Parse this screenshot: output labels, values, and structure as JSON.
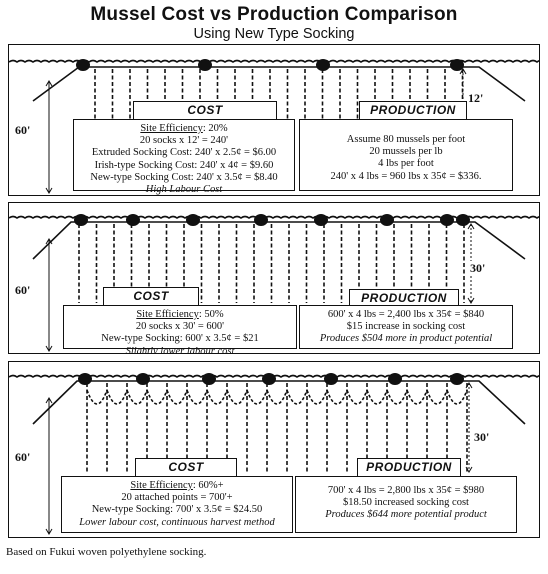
{
  "title": "Mussel Cost vs Production Comparison",
  "subtitle": "Using New Type Socking",
  "panels": [
    {
      "depth": "60'",
      "sock_length": "12'",
      "cost": {
        "label": "COST",
        "site_efficiency_label": "Site Efficiency",
        "site_efficiency_value": ": 20%",
        "lines": [
          "20 socks x 12' = 240'",
          "Extruded Socking Cost: 240' x 2.5¢ = $6.00",
          "Irish-type Socking Cost: 240' x 4¢ = $9.60",
          "New-type Socking Cost: 240' x 3.5¢ = $8.40"
        ],
        "note": "High Labour Cost"
      },
      "production": {
        "label": "PRODUCTION",
        "lines": [
          "Assume 80 mussels per foot",
          "20 mussels per lb",
          "4 lbs per foot",
          "240' x 4 lbs = 960 lbs x 35¢ = $336."
        ],
        "note": ""
      }
    },
    {
      "depth": "60'",
      "sock_length": "30'",
      "cost": {
        "label": "COST",
        "site_efficiency_label": "Site Efficiency",
        "site_efficiency_value": ": 50%",
        "lines": [
          "20 socks x 30' = 600'",
          "New-type Socking: 600' x 3.5¢ = $21"
        ],
        "note": "Slightly lower labour cost"
      },
      "production": {
        "label": "PRODUCTION",
        "lines": [
          "600' x 4 lbs = 2,400 lbs x 35¢ = $840",
          "$15 increase in socking cost"
        ],
        "note": "Produces $504 more in product potential"
      }
    },
    {
      "depth": "60'",
      "sock_length": "30'",
      "cost": {
        "label": "COST",
        "site_efficiency_label": "Site Efficiency",
        "site_efficiency_value": ": 60%+",
        "lines": [
          "20 attached points = 700'+",
          "New-type Socking: 700' x 3.5¢ = $24.50"
        ],
        "note": "Lower labour cost, continuous harvest method"
      },
      "production": {
        "label": "PRODUCTION",
        "lines": [
          "700' x 4 lbs = 2,800 lbs x 35¢ = $980",
          "$18.50 increased socking cost"
        ],
        "note": "Produces $644 more potential product"
      }
    }
  ],
  "footnote": "Based on Fukui woven polyethylene socking."
}
